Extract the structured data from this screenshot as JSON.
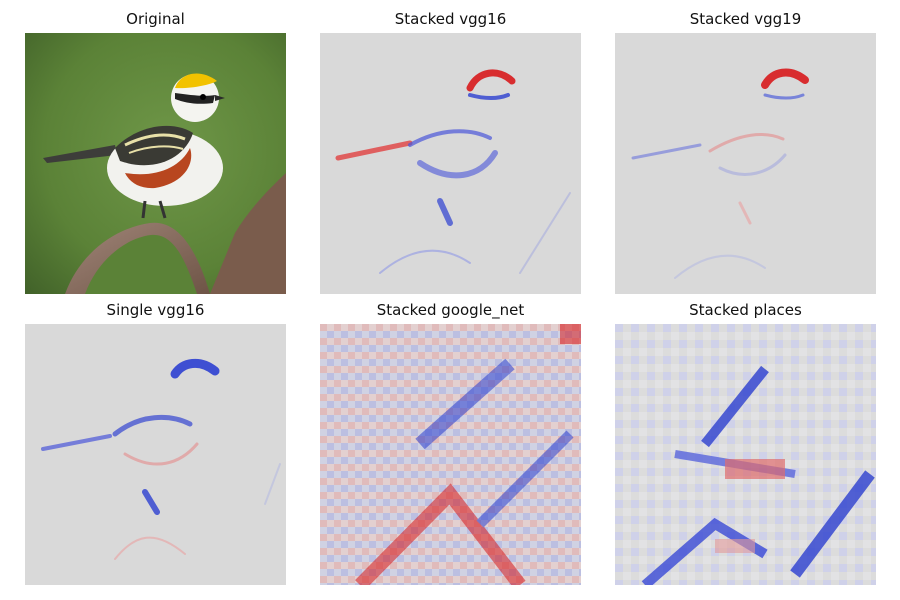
{
  "figure": {
    "panels": [
      {
        "id": "original",
        "title": "Original",
        "kind": "photo",
        "description_colors": {
          "background": "#5f8a3c",
          "cap": "#f2c200",
          "flank": "#b8461f"
        }
      },
      {
        "id": "stacked-vgg16",
        "title": "Stacked vgg16",
        "kind": "saliency"
      },
      {
        "id": "stacked-vgg19",
        "title": "Stacked vgg19",
        "kind": "saliency"
      },
      {
        "id": "single-vgg16",
        "title": "Single vgg16",
        "kind": "saliency"
      },
      {
        "id": "stacked-google-net",
        "title": "Stacked google_net",
        "kind": "saliency"
      },
      {
        "id": "stacked-places",
        "title": "Stacked places",
        "kind": "saliency"
      }
    ],
    "colors": {
      "neutral": "#d9d9d9",
      "positive": "#d7191c",
      "negative": "#2c3fd0"
    }
  }
}
